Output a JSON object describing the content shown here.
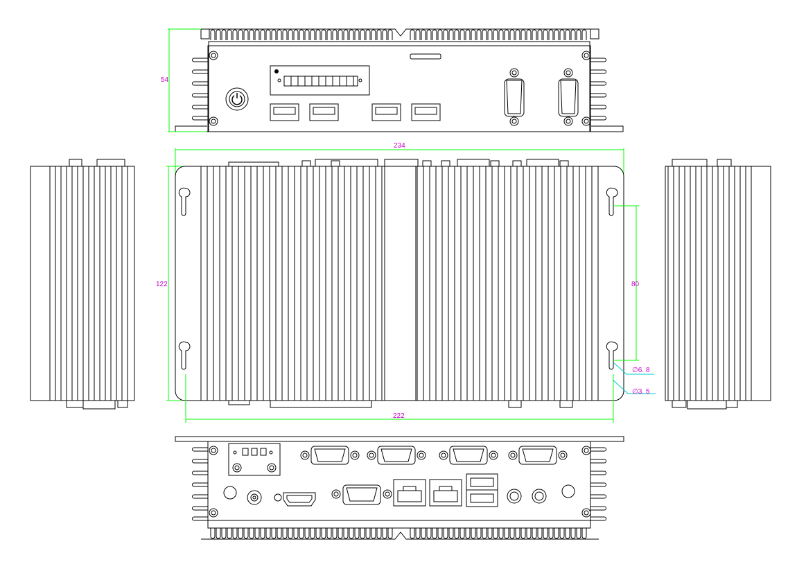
{
  "dimensions": {
    "height_front": "54",
    "width_overall": "234",
    "depth": "122",
    "mount_spacing_horizontal": "222",
    "mount_spacing_vertical": "80",
    "hole_large": "∅6. 8",
    "hole_small": "∅3. 5"
  },
  "colors": {
    "outline": "#000000",
    "dimension_line": "#00ff00",
    "dimension_line_alt": "#00cccc",
    "dimension_text": "#cc00cc"
  }
}
